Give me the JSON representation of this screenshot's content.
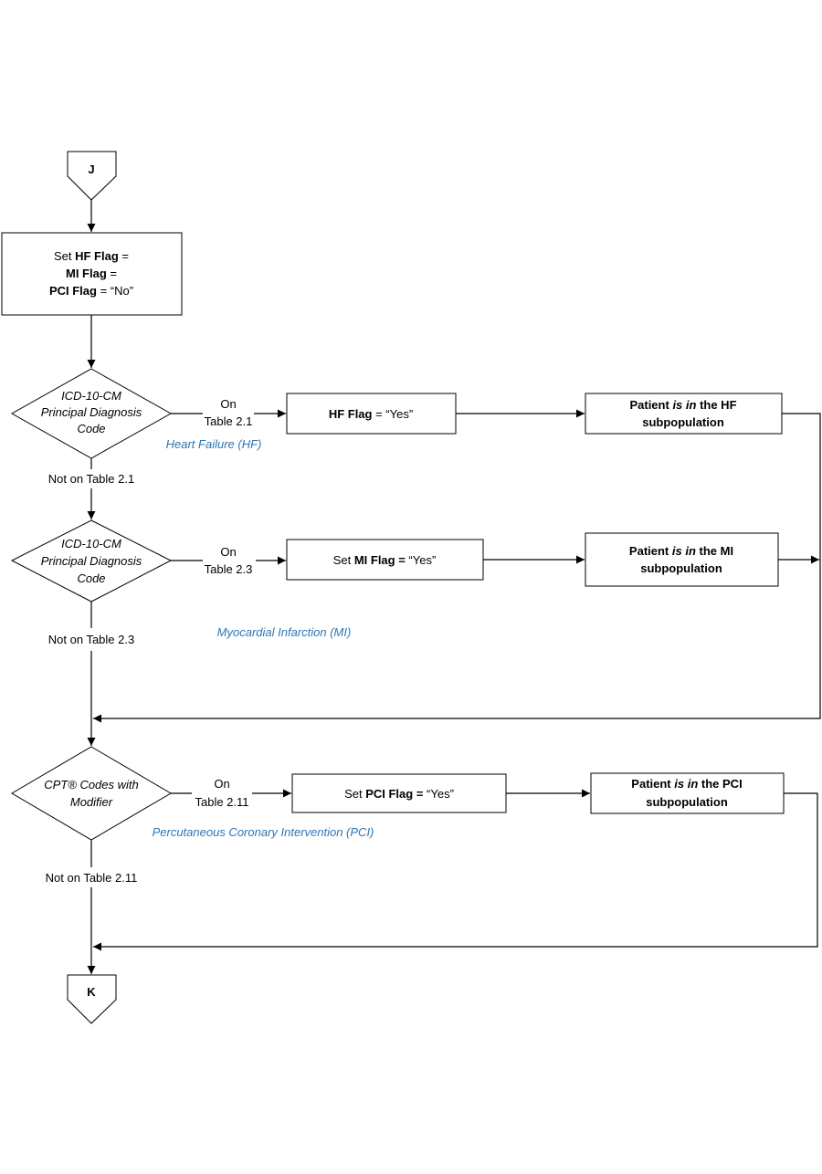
{
  "colors": {
    "note_text": "#2e75b6",
    "line": "#000000",
    "box_fill": "#ffffff"
  },
  "connectors": {
    "start": "J",
    "end": "K"
  },
  "init_box": {
    "line1_prefix": "Set ",
    "line1_bold": "HF Flag",
    "line1_suffix": " =",
    "line2_bold": "MI Flag",
    "line2_suffix": " =",
    "line3_bold": "PCI Flag",
    "line3_suffix": " =  “No”"
  },
  "decision_hf": {
    "lines": [
      "ICD-10-CM",
      "Principal Diagnosis",
      "Code"
    ],
    "yes_label_line1": "On",
    "yes_label_line2": "Table 2.1",
    "no_label": "Not on Table 2.1",
    "note": "Heart Failure (HF)"
  },
  "action_hf": {
    "bold": "HF Flag",
    "suffix": " = “Yes”"
  },
  "result_hf": {
    "line1_bold_a": "Patient ",
    "line1_bold_italic": "is in",
    "line1_bold_b": " the HF",
    "line2_bold": "subpopulation"
  },
  "decision_mi": {
    "lines": [
      "ICD-10-CM",
      "Principal Diagnosis",
      "Code"
    ],
    "yes_label_line1": "On",
    "yes_label_line2": "Table 2.3",
    "no_label": "Not on Table 2.3",
    "note": "Myocardial Infarction (MI)"
  },
  "action_mi": {
    "prefix": "Set ",
    "bold": "MI Flag =",
    "suffix": "  “Yes”"
  },
  "result_mi": {
    "line1_bold_a": "Patient ",
    "line1_bold_italic": "is in",
    "line1_bold_b": " the MI",
    "line2_bold": "subpopulation"
  },
  "decision_pci": {
    "lines": [
      "CPT® Codes with",
      "Modifier"
    ],
    "yes_label_line1": "On",
    "yes_label_line2": "Table 2.11",
    "no_label": "Not on Table 2.11",
    "note": "Percutaneous Coronary Intervention (PCI)"
  },
  "action_pci": {
    "prefix": "Set ",
    "bold": "PCI Flag =",
    "suffix": "  “Yes”"
  },
  "result_pci": {
    "line1_bold_a": "Patient ",
    "line1_bold_italic": "is in",
    "line1_bold_b": " the PCI",
    "line2_bold": "subpopulation"
  }
}
